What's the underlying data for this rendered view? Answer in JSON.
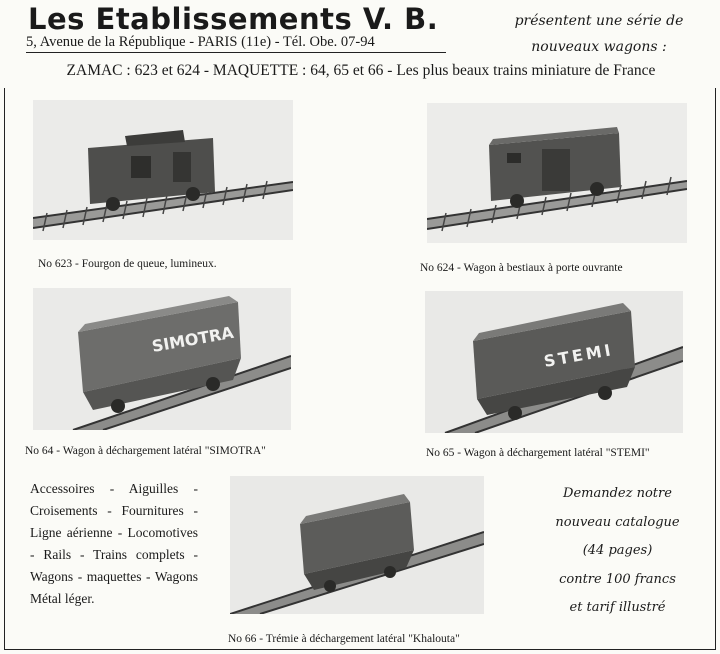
{
  "header": {
    "company": "Les Etablissements V. B.",
    "address": "5, Avenue de la République - PARIS (11e) - Tél. Obe. 07-94",
    "presentent_line1": "présentent une série de",
    "presentent_line2": "nouveaux wagons :",
    "tagline": "ZAMAC : 623 et 624 - MAQUETTE : 64, 65 et 66 - Les plus beaux trains miniature de France"
  },
  "products": [
    {
      "caption": "No 623 - Fourgon de queue, lumineux."
    },
    {
      "caption": "No 624 - Wagon à bestiaux à porte ouvrante"
    },
    {
      "caption": "No 64 - Wagon à déchargement latéral \"SIMOTRA\"",
      "marking": "SIMOTRA"
    },
    {
      "caption": "No 65 - Wagon à déchargement latéral \"STEMI\"",
      "marking": "STEMI"
    },
    {
      "caption": "No 66 - Trémie à déchargement latéral \"Khalouta\""
    }
  ],
  "accessories_text": "Accessoires - Aiguilles - Croisements - Fournitures - Ligne aérienne - Locomotives - Rails - Trains complets - Wagons - maquettes - Wagons Métal léger.",
  "catalogue": {
    "line1": "Demandez notre",
    "line2": "nouveau catalogue",
    "line3": "(44 pages)",
    "line4": "contre 100 francs",
    "line5": "et tarif illustré"
  }
}
